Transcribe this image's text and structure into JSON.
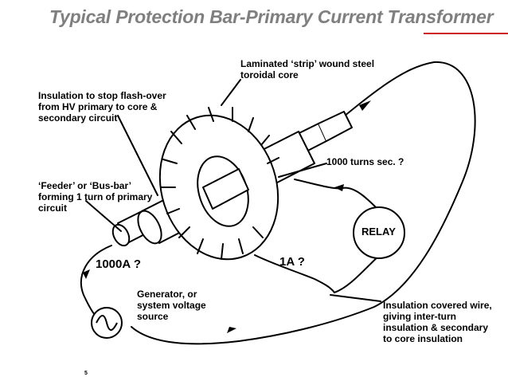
{
  "title": "Typical Protection Bar-Primary Current Transformer",
  "labels": {
    "core": "Laminated ‘strip’ wound steel\ntoroidal core",
    "insulation_primary": "Insulation to stop flash-over\nfrom HV primary to core &\nsecondary circuit",
    "feeder": "‘Feeder’ or ‘Bus-bar’\nforming 1 turn of primary\ncircuit",
    "turns": "1000 turns sec. ?",
    "relay": "RELAY",
    "primary_current": "1000A ?",
    "secondary_current": "1A ?",
    "generator": "Generator, or\nsystem voltage\nsource",
    "insulated_wire": "Insulation covered wire,\ngiving inter-turn\ninsulation & secondary\nto core insulation"
  },
  "page_number": "5",
  "colors": {
    "title": "#7f7f7f",
    "accent_rule": "#cc1f1f",
    "ink": "#000000"
  },
  "icons": {
    "source": "ac-source-icon",
    "relay": "relay-icon"
  }
}
